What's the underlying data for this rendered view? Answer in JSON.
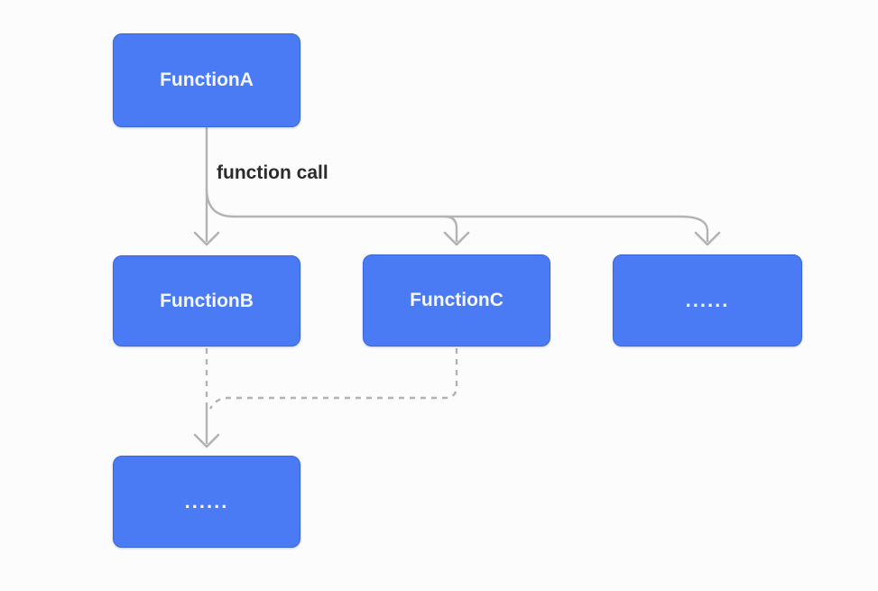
{
  "colors": {
    "page_bg": "#fcfcfc",
    "box_fill": "#4a7bf5",
    "box_border": "#3a67d8",
    "box_text": "#f5f7fc",
    "connector": "#b3b3b3",
    "label_text": "#2b2b2b"
  },
  "diagram": {
    "edge_label": "function call",
    "nodes": [
      {
        "id": "function-a",
        "label": "FunctionA"
      },
      {
        "id": "function-b",
        "label": "FunctionB"
      },
      {
        "id": "function-c",
        "label": "FunctionC"
      },
      {
        "id": "more-callees",
        "label": "......"
      },
      {
        "id": "more-nested-call",
        "label": "......"
      }
    ],
    "edges": [
      {
        "from": "function-a",
        "to": "function-b",
        "style": "solid",
        "label": "function call"
      },
      {
        "from": "function-a",
        "to": "function-c",
        "style": "solid"
      },
      {
        "from": "function-a",
        "to": "more-callees",
        "style": "solid"
      },
      {
        "from": "function-b",
        "to": "more-nested-call",
        "style": "dashed"
      },
      {
        "from": "function-c",
        "to": "more-nested-call",
        "style": "dashed"
      }
    ]
  }
}
